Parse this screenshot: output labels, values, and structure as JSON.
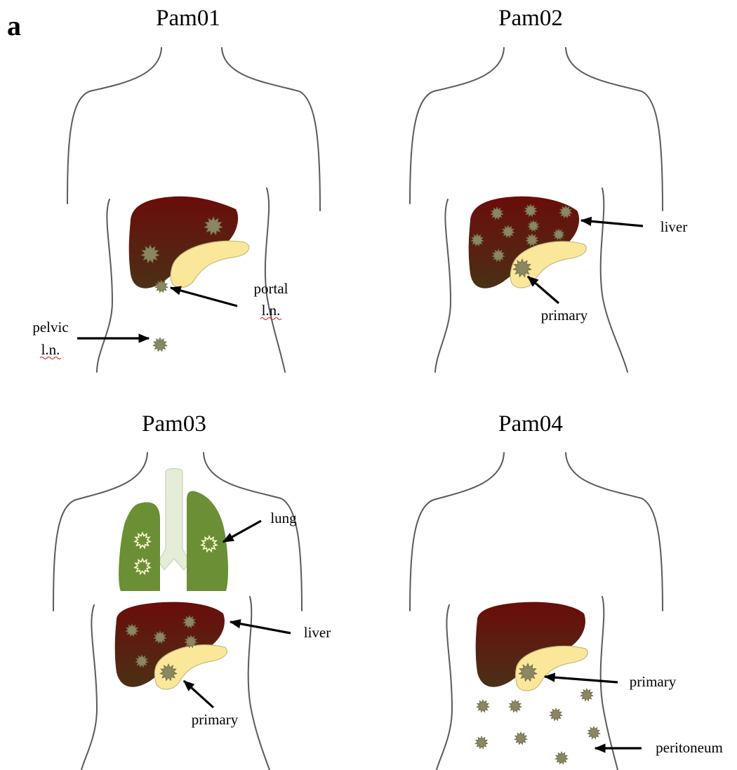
{
  "panel_letter": "a",
  "colors": {
    "liver_dark": "#5a1208",
    "liver_light": "#4a2a14",
    "pancreas": "#fbe79a",
    "tumor": "#8b8762",
    "lung": "#6a8f35",
    "trachea": "#e5ecd7",
    "outline": "#5a5a5a"
  },
  "icons": {
    "tumor": "star-burst",
    "arrow": "arrow-right"
  },
  "panels": [
    {
      "title": "Pam01",
      "labels": {
        "portal_line1": "portal",
        "portal_line2": "l.n.",
        "pelvic_line1": "pelvic",
        "pelvic_line2": "l.n."
      }
    },
    {
      "title": "Pam02",
      "labels": {
        "liver": "liver",
        "primary": "primary"
      }
    },
    {
      "title": "Pam03",
      "labels": {
        "lung": "lung",
        "liver": "liver",
        "primary": "primary"
      }
    },
    {
      "title": "Pam04",
      "labels": {
        "primary": "primary",
        "peritoneum": "peritoneum"
      }
    }
  ]
}
